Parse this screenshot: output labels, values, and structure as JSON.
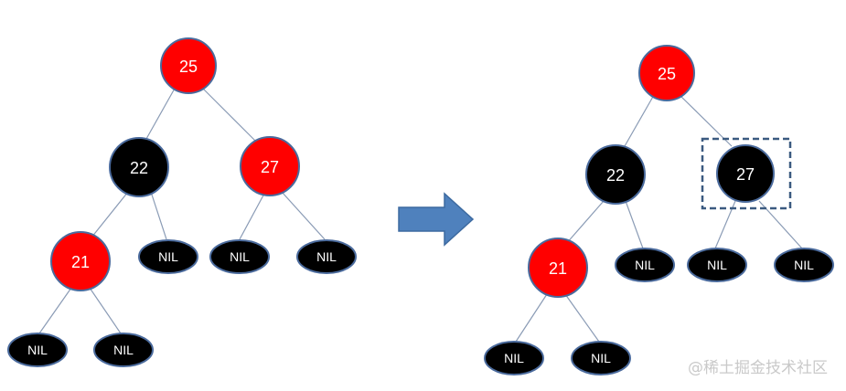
{
  "diagram": {
    "left_tree": {
      "nodes": {
        "n25": {
          "label": "25",
          "color": "red"
        },
        "n22": {
          "label": "22",
          "color": "black"
        },
        "n27": {
          "label": "27",
          "color": "red"
        },
        "n21": {
          "label": "21",
          "color": "red"
        },
        "nil_22r": {
          "label": "NIL"
        },
        "nil_27l": {
          "label": "NIL"
        },
        "nil_27r": {
          "label": "NIL"
        },
        "nil_21l": {
          "label": "NIL"
        },
        "nil_21r": {
          "label": "NIL"
        }
      }
    },
    "right_tree": {
      "nodes": {
        "n25": {
          "label": "25",
          "color": "red"
        },
        "n22": {
          "label": "22",
          "color": "black"
        },
        "n27": {
          "label": "27",
          "color": "black",
          "highlighted": true
        },
        "n21": {
          "label": "21",
          "color": "red"
        },
        "nil_22r": {
          "label": "NIL"
        },
        "nil_27l": {
          "label": "NIL"
        },
        "nil_27r": {
          "label": "NIL"
        },
        "nil_21l": {
          "label": "NIL"
        },
        "nil_21r": {
          "label": "NIL"
        }
      }
    },
    "arrow": {
      "direction": "right",
      "color": "#4f81bd"
    },
    "watermark": "@稀土掘金技术社区",
    "colors": {
      "red": "#ff0000",
      "black": "#000000",
      "node_outline": "#4a6a9c",
      "highlight_box": "#3b5a80"
    }
  }
}
